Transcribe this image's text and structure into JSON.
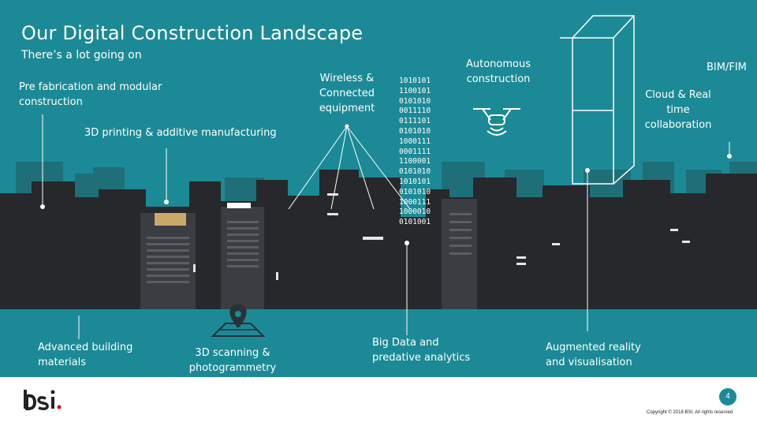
{
  "slide": {
    "title": "Our Digital Construction Landscape",
    "subtitle": "There’s a lot going on",
    "page_number": "4",
    "copyright": "Copyright © 2018 BSI. All rights reserved"
  },
  "labels": {
    "prefab": [
      "Pre fabrication and modular",
      "construction"
    ],
    "printing": "3D printing & additive manufacturing",
    "wireless": [
      "Wireless &",
      "Connected",
      "equipment"
    ],
    "autonomous": [
      "Autonomous",
      "construction"
    ],
    "bim": "BIM/FIM",
    "cloud": [
      "Cloud & Real",
      "time",
      "collaboration"
    ],
    "advanced": [
      "Advanced building",
      "materials"
    ],
    "scanning": [
      "3D scanning &",
      "photogrammetry"
    ],
    "bigdata": [
      "Big Data and",
      "predative analytics"
    ],
    "ar": [
      "Augmented reality",
      "and visualisation"
    ]
  },
  "binary_column": [
    "1010101",
    "1100101",
    "0101010",
    "0011110",
    "0111101",
    "0101010",
    "1000111",
    "0001111",
    "1100001",
    "0101010",
    "1010101",
    "0101010",
    "1000111",
    "1000010",
    "0101001"
  ],
  "logo_text": "bsi.",
  "colors": {
    "background": "#1b8a96",
    "building_dark": "#26282b",
    "building_mid": "#3a3d41",
    "accent_red": "#c8102e"
  }
}
